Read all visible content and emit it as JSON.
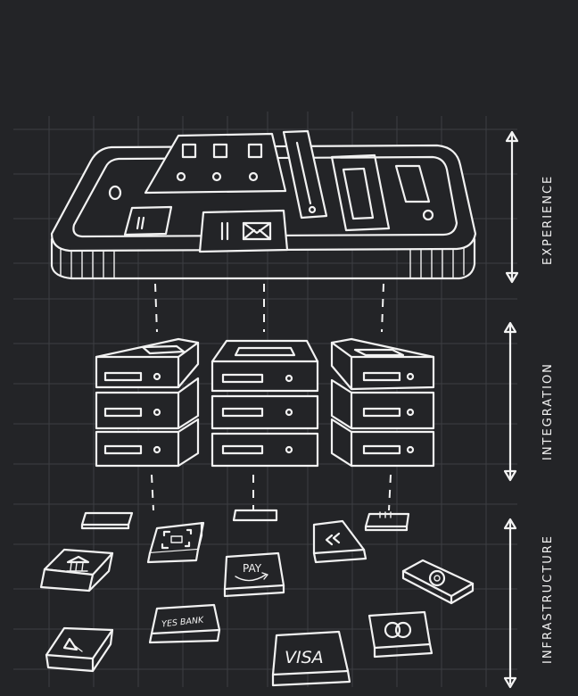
{
  "layers": {
    "experience": "EXPERIENCE",
    "integration": "INTEGRATION",
    "infrastructure": "INFRASTRUCTURE"
  },
  "tiles": {
    "pay": "PAY",
    "yes_bank": "YES BANK",
    "visa": "VISA"
  },
  "colors": {
    "background": "#232427",
    "stroke": "#f2f2f2",
    "grid": "#3c3e43"
  }
}
